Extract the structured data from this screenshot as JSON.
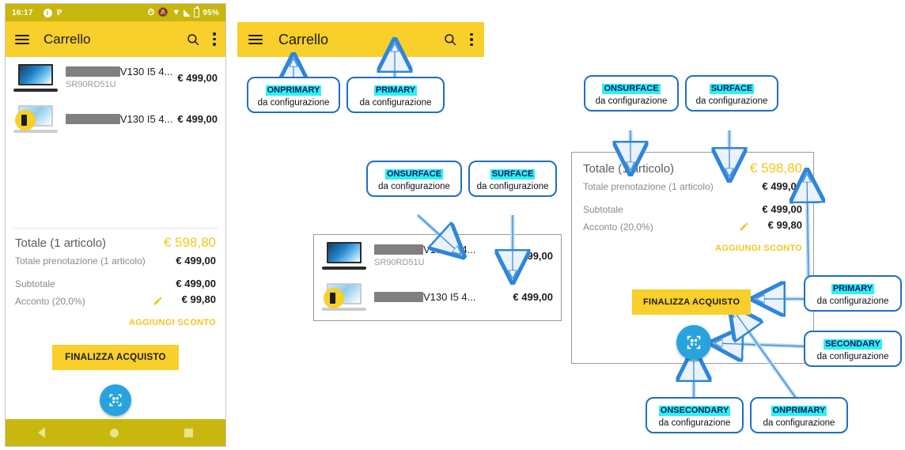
{
  "phone": {
    "statusbar": {
      "time": "16:17",
      "battery": "95%",
      "icons": [
        "info-circle-icon",
        "parking-p-icon",
        "alarm-icon",
        "notifications-off-icon",
        "wifi-icon",
        "signal-icon",
        "battery-icon"
      ]
    },
    "appbar": {
      "title": "Carrello",
      "menu_icon": "hamburger-icon",
      "search_icon": "search-icon",
      "overflow_icon": "more-vert-icon"
    },
    "items": [
      {
        "name": "V130 I5 4...",
        "sku": "SR90RD51U",
        "price": "€ 499,00",
        "thumb": "laptop-dark-icon"
      },
      {
        "name": "V130 I5 4...",
        "sku": "",
        "price": "€ 499,00",
        "thumb": "laptop-light-booking-icon"
      }
    ],
    "totals": {
      "total_label": "Totale (1 articolo)",
      "total_value": "€ 598,80",
      "reservation_label": "Totale prenotazione (1 articolo)",
      "reservation_value": "€ 499,00",
      "subtotal_label": "Subtotale",
      "subtotal_value": "€ 499,00",
      "deposit_label": "Acconto (20,0%)",
      "deposit_value": "€ 99,80",
      "edit_icon": "pencil-icon",
      "add_discount": "AGGIUNGI SCONTO"
    },
    "cta_label": "FINALIZZA ACQUISTO",
    "fab_icon": "qr-scan-icon",
    "navbar": {
      "back": "back-triangle-icon",
      "home": "home-circle-icon",
      "recents": "recents-square-icon"
    }
  },
  "middle": {
    "appbar": {
      "title": "Carrello",
      "menu_icon": "hamburger-icon",
      "search_icon": "search-icon",
      "overflow_icon": "more-vert-icon"
    },
    "items": [
      {
        "name": "V130 I5 4...",
        "sku": "SR90RD51U",
        "price": "499,00",
        "thumb": "laptop-dark-icon"
      },
      {
        "name": "V130 I5 4...",
        "sku": "",
        "price": "€ 499,00",
        "thumb": "laptop-light-booking-icon"
      }
    ]
  },
  "right": {
    "totals": {
      "total_label": "Totale (1 articolo)",
      "total_value": "€ 598,80",
      "reservation_label": "Totale prenotazione (1 articolo)",
      "reservation_value": "€ 499,00",
      "subtotal_label": "Subtotale",
      "subtotal_value": "€ 499,00",
      "deposit_label": "Acconto (20,0%)",
      "deposit_value": "€ 99,80",
      "edit_icon": "pencil-icon",
      "add_discount": "AGGIUNGI SCONTO"
    },
    "cta_label": "FINALIZZA ACQUISTO",
    "fab_icon": "qr-scan-icon"
  },
  "callouts": [
    {
      "id": "c1",
      "keyword": "ONPRIMARY",
      "sub": "da configurazione"
    },
    {
      "id": "c2",
      "keyword": "PRIMARY",
      "sub": "da configurazione"
    },
    {
      "id": "c3",
      "keyword": "ONSURFACE",
      "sub": "da configurazione"
    },
    {
      "id": "c4",
      "keyword": "SURFACE",
      "sub": "da configurazione"
    },
    {
      "id": "c5",
      "keyword": "ONSURFACE",
      "sub": "da configurazione"
    },
    {
      "id": "c6",
      "keyword": "SURFACE",
      "sub": "da configurazione"
    },
    {
      "id": "c7",
      "keyword": "PRIMARY",
      "sub": "da configurazione"
    },
    {
      "id": "c8",
      "keyword": "SECONDARY",
      "sub": "da configurazione"
    },
    {
      "id": "c9",
      "keyword": "ONSECONDARY",
      "sub": "da configurazione"
    },
    {
      "id": "c10",
      "keyword": "ONPRIMARY",
      "sub": "da configurazione"
    }
  ],
  "colors": {
    "primary_yellow": "#f8cf2b",
    "status_olive": "#c7b70f",
    "accent_blue": "#1f6fc4",
    "fab_blue": "#29a3dd",
    "highlight_cyan": "#2ff0f0",
    "total_amber": "#f5c51f"
  }
}
